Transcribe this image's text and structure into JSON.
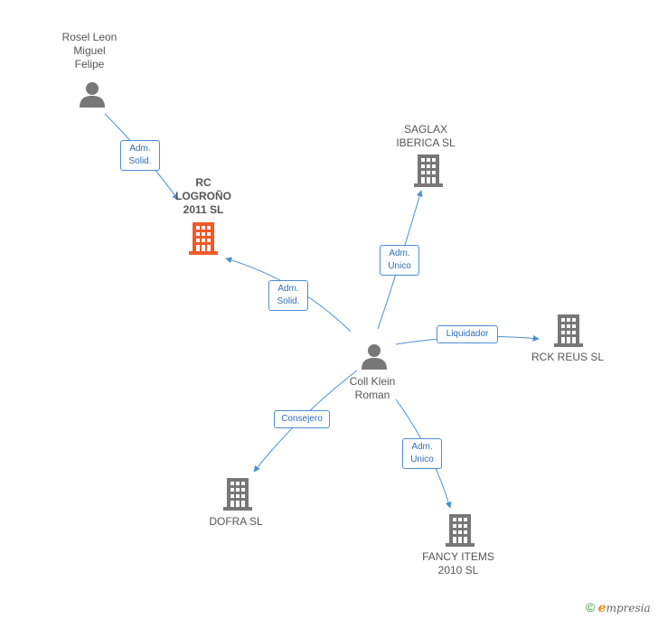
{
  "nodes": {
    "rosel": {
      "label": "Rosel Leon\nMiguel\nFelipe",
      "icon": "person-icon"
    },
    "rc_logrono": {
      "label": "RC\nLOGROÑO\n2011 SL",
      "icon": "building-icon",
      "color": "#f05a28"
    },
    "saglax": {
      "label": "SAGLAX\nIBERICA SL",
      "icon": "building-icon"
    },
    "coll": {
      "label": "Coll Klein\nRoman",
      "icon": "person-icon"
    },
    "rck_reus": {
      "label": "RCK REUS SL",
      "icon": "building-icon"
    },
    "dofra": {
      "label": "DOFRA SL",
      "icon": "building-icon"
    },
    "fancy": {
      "label": "FANCY ITEMS\n2010 SL",
      "icon": "building-icon"
    }
  },
  "edges": {
    "rosel_rc": "Adm.\nSolid.",
    "coll_rc": "Adm.\nSolid.",
    "coll_saglax": "Adm.\nUnico",
    "coll_rck": "Liquidador",
    "coll_dofra": "Consejero",
    "coll_fancy": "Adm.\nUnico"
  },
  "colors": {
    "edge": "#4a8fd6",
    "icon": "#777777",
    "focus": "#f05a28"
  },
  "footer": {
    "copyright": "©",
    "brand_initial": "e",
    "brand_rest": "mpresia"
  }
}
